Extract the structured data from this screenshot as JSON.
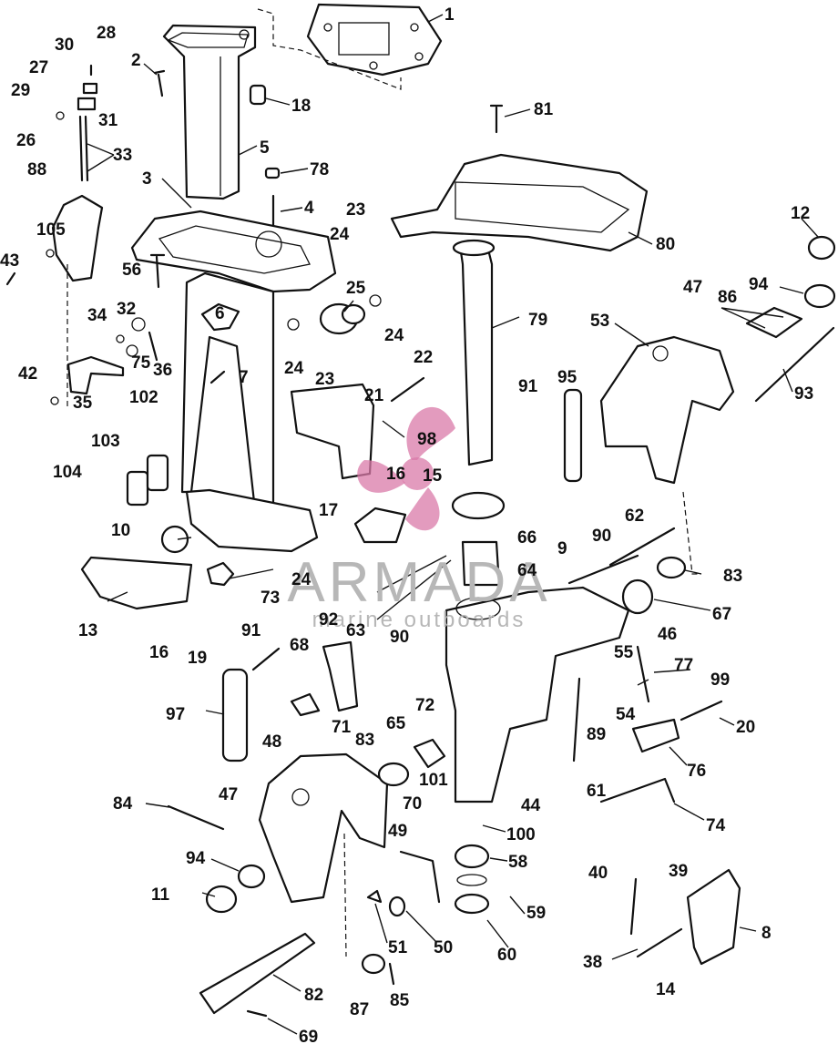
{
  "watermark": {
    "brand": "ARMADA",
    "tagline": "marine outboards",
    "logo_color": "#d97aa8",
    "text_color": "#b7b7b7"
  },
  "callouts": [
    {
      "id": "c1",
      "label": "1"
    },
    {
      "id": "c2",
      "label": "2"
    },
    {
      "id": "c28",
      "label": "28"
    },
    {
      "id": "c30",
      "label": "30"
    },
    {
      "id": "c27",
      "label": "27"
    },
    {
      "id": "c29",
      "label": "29"
    },
    {
      "id": "c31",
      "label": "31"
    },
    {
      "id": "c26",
      "label": "26"
    },
    {
      "id": "c33",
      "label": "33"
    },
    {
      "id": "c18",
      "label": "18"
    },
    {
      "id": "c5",
      "label": "5"
    },
    {
      "id": "c81",
      "label": "81"
    },
    {
      "id": "c78",
      "label": "78"
    },
    {
      "id": "c88",
      "label": "88"
    },
    {
      "id": "c3",
      "label": "3"
    },
    {
      "id": "c4",
      "label": "4"
    },
    {
      "id": "c23a",
      "label": "23"
    },
    {
      "id": "c24a",
      "label": "24"
    },
    {
      "id": "c80",
      "label": "80"
    },
    {
      "id": "c12",
      "label": "12"
    },
    {
      "id": "c105",
      "label": "105"
    },
    {
      "id": "c43",
      "label": "43"
    },
    {
      "id": "c56",
      "label": "56"
    },
    {
      "id": "c25",
      "label": "25"
    },
    {
      "id": "c94a",
      "label": "94"
    },
    {
      "id": "c86",
      "label": "86"
    },
    {
      "id": "c47a",
      "label": "47"
    },
    {
      "id": "c53",
      "label": "53"
    },
    {
      "id": "c79",
      "label": "79"
    },
    {
      "id": "c6",
      "label": "6"
    },
    {
      "id": "c34",
      "label": "34"
    },
    {
      "id": "c32",
      "label": "32"
    },
    {
      "id": "c24b",
      "label": "24"
    },
    {
      "id": "c24c",
      "label": "24"
    },
    {
      "id": "c23b",
      "label": "23"
    },
    {
      "id": "c36",
      "label": "36"
    },
    {
      "id": "c75",
      "label": "75"
    },
    {
      "id": "c42",
      "label": "42"
    },
    {
      "id": "c7",
      "label": "7"
    },
    {
      "id": "c35",
      "label": "35"
    },
    {
      "id": "c22",
      "label": "22"
    },
    {
      "id": "c95",
      "label": "95"
    },
    {
      "id": "c93",
      "label": "93"
    },
    {
      "id": "c21",
      "label": "21"
    },
    {
      "id": "c91a",
      "label": "91"
    },
    {
      "id": "c102",
      "label": "102"
    },
    {
      "id": "c103",
      "label": "103"
    },
    {
      "id": "c98",
      "label": "98"
    },
    {
      "id": "c104",
      "label": "104"
    },
    {
      "id": "c16a",
      "label": "16"
    },
    {
      "id": "c15",
      "label": "15"
    },
    {
      "id": "c17",
      "label": "17"
    },
    {
      "id": "c10",
      "label": "10"
    },
    {
      "id": "c62",
      "label": "62"
    },
    {
      "id": "c66",
      "label": "66"
    },
    {
      "id": "c9",
      "label": "9"
    },
    {
      "id": "c90a",
      "label": "90"
    },
    {
      "id": "c64",
      "label": "64"
    },
    {
      "id": "c83a",
      "label": "83"
    },
    {
      "id": "c24d",
      "label": "24"
    },
    {
      "id": "c73",
      "label": "73"
    },
    {
      "id": "c67",
      "label": "67"
    },
    {
      "id": "c13",
      "label": "13"
    },
    {
      "id": "c92",
      "label": "92"
    },
    {
      "id": "c63",
      "label": "63"
    },
    {
      "id": "c90b",
      "label": "90"
    },
    {
      "id": "c46",
      "label": "46"
    },
    {
      "id": "c16b",
      "label": "16"
    },
    {
      "id": "c19",
      "label": "19"
    },
    {
      "id": "c91b",
      "label": "91"
    },
    {
      "id": "c68",
      "label": "68"
    },
    {
      "id": "c55",
      "label": "55"
    },
    {
      "id": "c77",
      "label": "77"
    },
    {
      "id": "c72",
      "label": "72"
    },
    {
      "id": "c99",
      "label": "99"
    },
    {
      "id": "c97",
      "label": "97"
    },
    {
      "id": "c54",
      "label": "54"
    },
    {
      "id": "c65",
      "label": "65"
    },
    {
      "id": "c89",
      "label": "89"
    },
    {
      "id": "c20",
      "label": "20"
    },
    {
      "id": "c71",
      "label": "71"
    },
    {
      "id": "c48",
      "label": "48"
    },
    {
      "id": "c83b",
      "label": "83"
    },
    {
      "id": "c76",
      "label": "76"
    },
    {
      "id": "c101",
      "label": "101"
    },
    {
      "id": "c61",
      "label": "61"
    },
    {
      "id": "c84",
      "label": "84"
    },
    {
      "id": "c47b",
      "label": "47"
    },
    {
      "id": "c70",
      "label": "70"
    },
    {
      "id": "c44",
      "label": "44"
    },
    {
      "id": "c74",
      "label": "74"
    },
    {
      "id": "c100",
      "label": "100"
    },
    {
      "id": "c49",
      "label": "49"
    },
    {
      "id": "c94b",
      "label": "94"
    },
    {
      "id": "c58",
      "label": "58"
    },
    {
      "id": "c40",
      "label": "40"
    },
    {
      "id": "c39",
      "label": "39"
    },
    {
      "id": "c11",
      "label": "11"
    },
    {
      "id": "c59",
      "label": "59"
    },
    {
      "id": "c8",
      "label": "8"
    },
    {
      "id": "c51",
      "label": "51"
    },
    {
      "id": "c50",
      "label": "50"
    },
    {
      "id": "c60",
      "label": "60"
    },
    {
      "id": "c38",
      "label": "38"
    },
    {
      "id": "c82",
      "label": "82"
    },
    {
      "id": "c14",
      "label": "14"
    },
    {
      "id": "c87",
      "label": "87"
    },
    {
      "id": "c85",
      "label": "85"
    },
    {
      "id": "c69",
      "label": "69"
    }
  ]
}
